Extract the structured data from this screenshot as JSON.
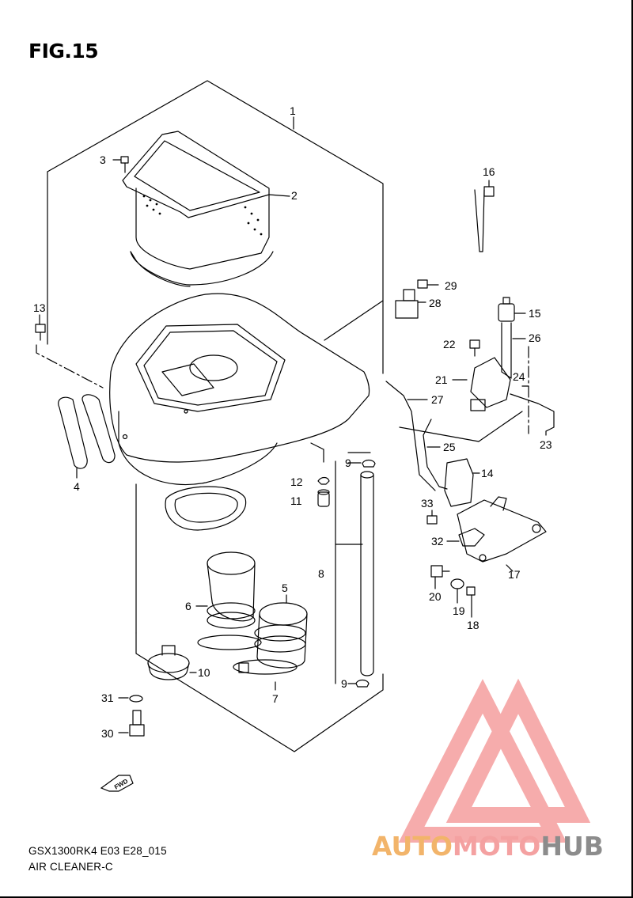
{
  "figure": {
    "title": "FIG.15"
  },
  "callouts": [
    {
      "id": "1",
      "text": "1"
    },
    {
      "id": "2",
      "text": "2"
    },
    {
      "id": "3",
      "text": "3"
    },
    {
      "id": "4",
      "text": "4"
    },
    {
      "id": "5",
      "text": "5"
    },
    {
      "id": "6",
      "text": "6"
    },
    {
      "id": "7",
      "text": "7"
    },
    {
      "id": "8",
      "text": "8"
    },
    {
      "id": "9a",
      "text": "9"
    },
    {
      "id": "9b",
      "text": "9"
    },
    {
      "id": "10",
      "text": "10"
    },
    {
      "id": "11",
      "text": "11"
    },
    {
      "id": "12",
      "text": "12"
    },
    {
      "id": "13",
      "text": "13"
    },
    {
      "id": "14",
      "text": "14"
    },
    {
      "id": "15",
      "text": "15"
    },
    {
      "id": "16",
      "text": "16"
    },
    {
      "id": "17",
      "text": "17"
    },
    {
      "id": "18",
      "text": "18"
    },
    {
      "id": "19",
      "text": "19"
    },
    {
      "id": "20",
      "text": "20"
    },
    {
      "id": "21",
      "text": "21"
    },
    {
      "id": "22",
      "text": "22"
    },
    {
      "id": "23",
      "text": "23"
    },
    {
      "id": "24",
      "text": "24"
    },
    {
      "id": "25",
      "text": "25"
    },
    {
      "id": "26",
      "text": "26"
    },
    {
      "id": "27",
      "text": "27"
    },
    {
      "id": "28",
      "text": "28"
    },
    {
      "id": "29",
      "text": "29"
    },
    {
      "id": "30",
      "text": "30"
    },
    {
      "id": "31",
      "text": "31"
    },
    {
      "id": "32",
      "text": "32"
    },
    {
      "id": "33",
      "text": "33"
    }
  ],
  "fwd_marker": "FWD",
  "footer": {
    "code": "GSX1300RK4 E03 E28_015",
    "name": "AIR CLEANER-C"
  },
  "watermark": {
    "part1": "AUTO",
    "part2": "MOTO",
    "part3": "HUB"
  },
  "colors": {
    "line": "#000000",
    "watermark_red": "#f4a1a1",
    "watermark_orange": "#f2b46a",
    "watermark_gray": "#8c8c8c"
  }
}
